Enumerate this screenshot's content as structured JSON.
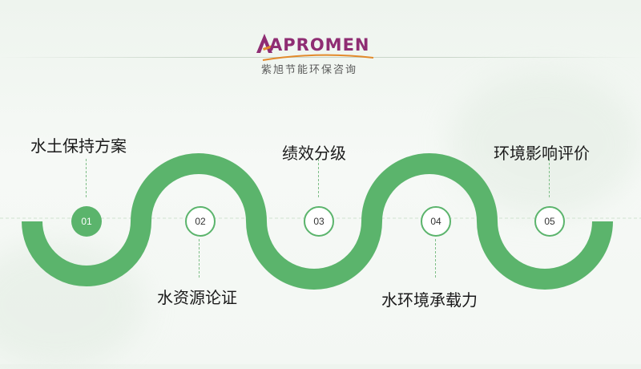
{
  "brand": {
    "name": "APROMEN",
    "subtitle": "紫旭节能环保咨询",
    "color": "#8f2d73"
  },
  "theme": {
    "accent": "#5bb46c",
    "line": "#cfe2cf"
  },
  "steps": [
    {
      "number": "01",
      "label": "水土保持方案"
    },
    {
      "number": "02",
      "label": "水资源论证"
    },
    {
      "number": "03",
      "label": "绩效分级"
    },
    {
      "number": "04",
      "label": "水环境承载力"
    },
    {
      "number": "05",
      "label": "环境影响评价"
    }
  ]
}
